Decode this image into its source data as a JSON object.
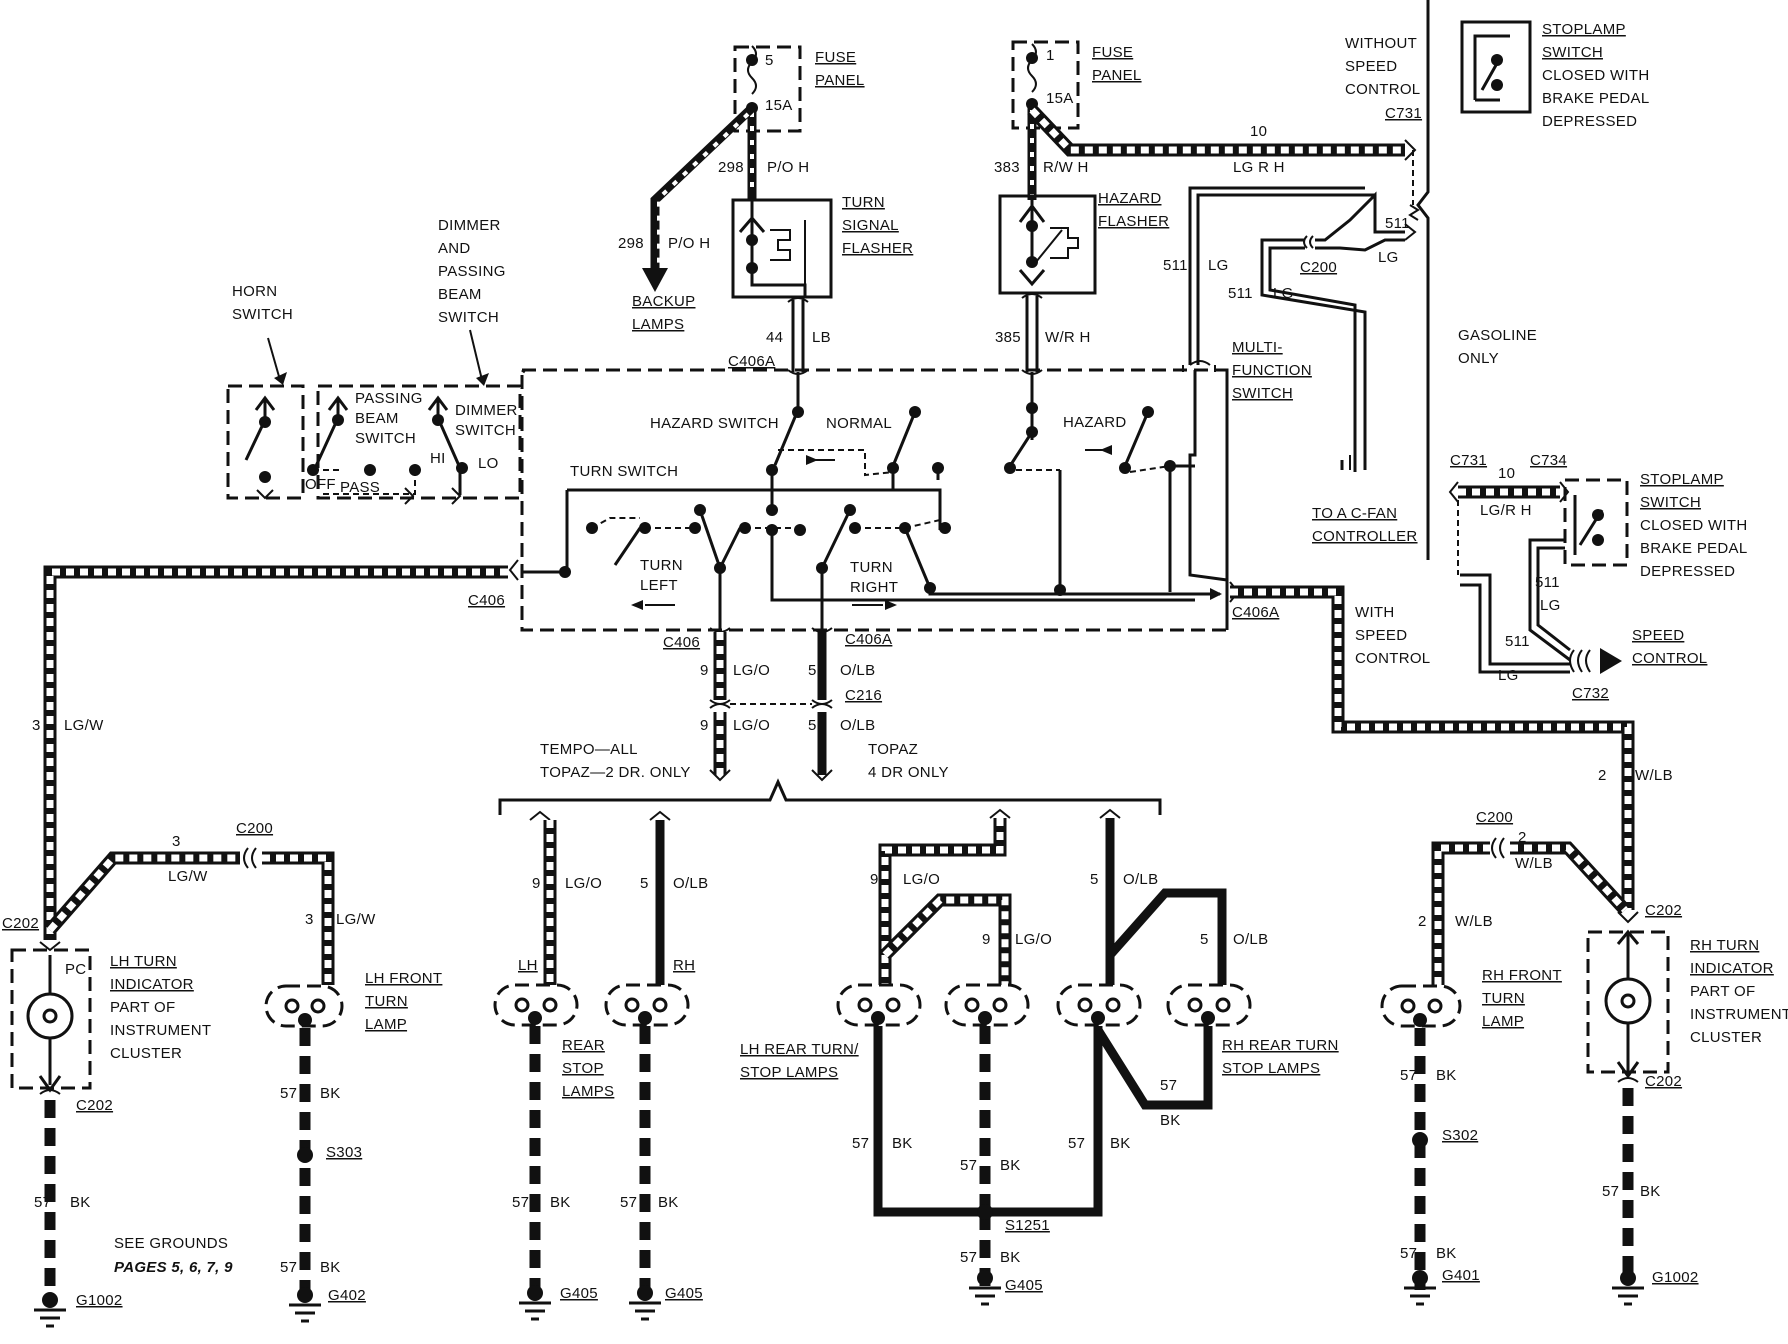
{
  "labels": {
    "fuse5_num": "5",
    "fuse5_amp": "15A",
    "fuse5_title1": "FUSE",
    "fuse5_title2": "PANEL",
    "fuse1_num": "1",
    "fuse1_amp": "15A",
    "fuse1_title1": "FUSE",
    "fuse1_title2": "PANEL",
    "w298a_num": "298",
    "w298a_col": "P/O H",
    "w298b_num": "298",
    "w298b_col": "P/O H",
    "backup1": "BACKUP",
    "backup2": "LAMPS",
    "tsf1": "TURN",
    "tsf2": "SIGNAL",
    "tsf3": "FLASHER",
    "w44_num": "44",
    "w44_col": "LB",
    "c406a_top": "C406A",
    "w383_num": "383",
    "w383_col": "R/W H",
    "hf1": "HAZARD",
    "hf2": "FLASHER",
    "w385_num": "385",
    "w385_col": "W/R H",
    "without1": "WITHOUT",
    "without2": "SPEED",
    "without3": "CONTROL",
    "c731_top": "C731",
    "w10_top_num": "10",
    "w10_top_col": "LG R H",
    "w511a_num": "511",
    "w511a_col": "LG",
    "w511b_num": "511",
    "w511b_col": "LG",
    "w511c_num": "511",
    "w511c_col": "LG",
    "c200_top": "C200",
    "stoplamp1_1": "STOPLAMP",
    "stoplamp1_2": "SWITCH",
    "stoplamp1_3": "CLOSED WITH",
    "stoplamp1_4": "BRAKE PEDAL",
    "stoplamp1_5": "DEPRESSED",
    "gas1": "GASOLINE",
    "gas2": "ONLY",
    "c731_r": "C731",
    "w10_r_num": "10",
    "c734": "C734",
    "w10_r_col": "LG/R H",
    "stoplamp2_1": "STOPLAMP",
    "stoplamp2_2": "SWITCH",
    "stoplamp2_3": "CLOSED WITH",
    "stoplamp2_4": "BRAKE PEDAL",
    "stoplamp2_5": "DEPRESSED",
    "w511d_num": "511",
    "w511d_col": "LG",
    "w511e_num": "511",
    "w511e_col": "LG",
    "speed1": "SPEED",
    "speed2": "CONTROL",
    "c732": "C732",
    "mfs1": "MULTI-",
    "mfs2": "FUNCTION",
    "mfs3": "SWITCH",
    "cfan1": "TO A C-FAN",
    "cfan2": "CONTROLLER",
    "dimmer1": "DIMMER",
    "dimmer2": "AND",
    "dimmer3": "PASSING",
    "dimmer4": "BEAM",
    "dimmer5": "SWITCH",
    "horn1": "HORN",
    "horn2": "SWITCH",
    "pbs1": "PASSING",
    "pbs2": "BEAM",
    "pbs3": "SWITCH",
    "ds1": "DIMMER",
    "ds2": "SWITCH",
    "off": "OFF",
    "pass": "PASS",
    "hi": "HI",
    "lo": "LO",
    "hazsw": "HAZARD SWITCH",
    "normal": "NORMAL",
    "hazard": "HAZARD",
    "turnsw": "TURN SWITCH",
    "turnleft1": "TURN",
    "turnleft2": "LEFT",
    "turnright1": "TURN",
    "turnright2": "RIGHT",
    "c406_l": "C406",
    "c406a_r": "C406A",
    "with1": "WITH",
    "with2": "SPEED",
    "with3": "CONTROL",
    "c406_b": "C406",
    "c406a_b": "C406A",
    "w9a_num": "9",
    "w9a_col": "LG/O",
    "w5a_num": "5",
    "w5a_col": "O/LB",
    "c216": "C216",
    "w9b_num": "9",
    "w9b_col": "LG/O",
    "w5b_num": "5",
    "w5b_col": "O/LB",
    "tempo1": "TEMPO—ALL",
    "tempo2": "TOPAZ—2 DR. ONLY",
    "topaz1": "TOPAZ",
    "topaz2": "4 DR ONLY",
    "w3a_num": "3",
    "w3a_col": "LG/W",
    "w3b_num": "3",
    "w3b_col": "LG/W",
    "c200_l": "C200",
    "w3c_num": "3",
    "w3c_col": "LG/W",
    "c202_l": "C202",
    "pc": "PC",
    "lhti1": "LH TURN",
    "lhti2": "INDICATOR",
    "lhti3": "PART OF",
    "lhti4": "INSTRUMENT",
    "lhti5": "CLUSTER",
    "lhft1": "LH FRONT",
    "lhft2": "TURN",
    "lhft3": "LAMP",
    "c202_l2": "C202",
    "w57a_num": "57",
    "w57a_col": "BK",
    "s303": "S303",
    "w57b_num": "57",
    "w57b_col": "BK",
    "w57c_num": "57",
    "w57c_col": "BK",
    "seeg1": "SEE GROUNDS",
    "seeg2": "PAGES 5, 6, 7, 9",
    "g1002_l": "G1002",
    "g402": "G402",
    "w9c_num": "9",
    "w9c_col": "LG/O",
    "w5c_num": "5",
    "w5c_col": "O/LB",
    "lh": "LH",
    "rh": "RH",
    "rsl1": "REAR",
    "rsl2": "STOP",
    "rsl3": "LAMPS",
    "w57d_num": "57",
    "w57d_col": "BK",
    "w57e_num": "57",
    "w57e_col": "BK",
    "g405a": "G405",
    "g405b": "G405",
    "w9d_num": "9",
    "w9d_col": "LG/O",
    "w9e_num": "9",
    "w9e_col": "LG/O",
    "w5d_num": "5",
    "w5d_col": "O/LB",
    "w5e_num": "5",
    "w5e_col": "O/LB",
    "lhrt1": "LH REAR TURN/",
    "lhrt2": "STOP LAMPS",
    "rhrt1": "RH REAR TURN",
    "rhrt2": "STOP LAMPS",
    "w57f_num": "57",
    "w57f_col": "BK",
    "w57g_num": "57",
    "w57g_col": "BK",
    "w57h_num": "57",
    "w57h_col": "BK",
    "w57i_num": "57",
    "w57i_col": "BK",
    "s1251": "S1251",
    "w57j_num": "57",
    "w57j_col": "BK",
    "g405c": "G405",
    "c200_r": "C200",
    "w2a_num": "2",
    "w2a_col": "W/LB",
    "w2b_num": "2",
    "w2b_col": "W/LB",
    "w2c_num": "2",
    "w2c_col": "W/LB",
    "c202_r": "C202",
    "c202_r2": "C202",
    "rhft1": "RH FRONT",
    "rhft2": "TURN",
    "rhft3": "LAMP",
    "rhti1": "RH TURN",
    "rhti2": "INDICATOR",
    "rhti3": "PART OF",
    "rhti4": "INSTRUMENT",
    "rhti5": "CLUSTER",
    "w57k_num": "57",
    "w57k_col": "BK",
    "s302": "S302",
    "w57l_num": "57",
    "w57l_col": "BK",
    "g401": "G401",
    "w57m_num": "57",
    "w57m_col": "BK",
    "g1002_r": "G1002"
  }
}
